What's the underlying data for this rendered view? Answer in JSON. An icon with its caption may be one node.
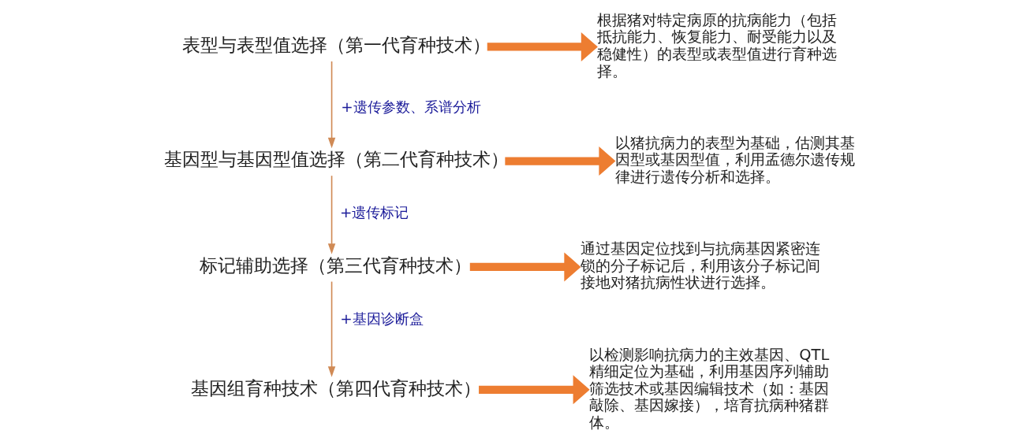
{
  "diagram": {
    "nodes": [
      {
        "text": [
          "表型与表型值选择（第一代育种技术）"
        ]
      },
      {
        "text": [
          "根据猪对特定病原的抗病能力（包括抵抗能力、恢复能力、耐受能力以及稳健性）的表型或表型值进行育种选择。"
        ]
      },
      {
        "text": [
          "基因型与基因型值选择（第二代育种技术）"
        ]
      },
      {
        "text": [
          "以猪抗病力的表型为基础，估测其基因型或基因型值，利用孟德尔遗传规律进行遗传分析和选择。"
        ]
      },
      {
        "text": [
          "标记辅助选择（第三代育种技术）"
        ]
      },
      {
        "text": [
          "通过基因定位找到与抗病基因紧密连锁的分子标记后，利用该分子标记间接地对猪抗病性状进行选择。"
        ]
      },
      {
        "text": [
          "基因组育种技术（第四代育种技术）"
        ]
      },
      {
        "text": [
          "以检测影响抗病力的主效基因、QTL精细定位为基础，利用基因序列辅助筛选技术或基因编辑技术（如：基因敲除、基因嫁接），培育抗病种猪群体。"
        ]
      }
    ],
    "edges": [
      {
        "from": 0,
        "to": 1,
        "arrow": "to"
      },
      {
        "from": 0,
        "to": 2,
        "arrow": "to",
        "label": "+遗传参数、系谱分析"
      },
      {
        "from": 2,
        "to": 3,
        "arrow": "to"
      },
      {
        "from": 2,
        "to": 4,
        "arrow": "to",
        "label": "+遗传标记"
      },
      {
        "from": 4,
        "to": 5,
        "arrow": "to"
      },
      {
        "from": 4,
        "to": 6,
        "arrow": "to",
        "label": "+基因诊断盒"
      },
      {
        "from": 6,
        "to": 7,
        "arrow": "to"
      }
    ]
  }
}
